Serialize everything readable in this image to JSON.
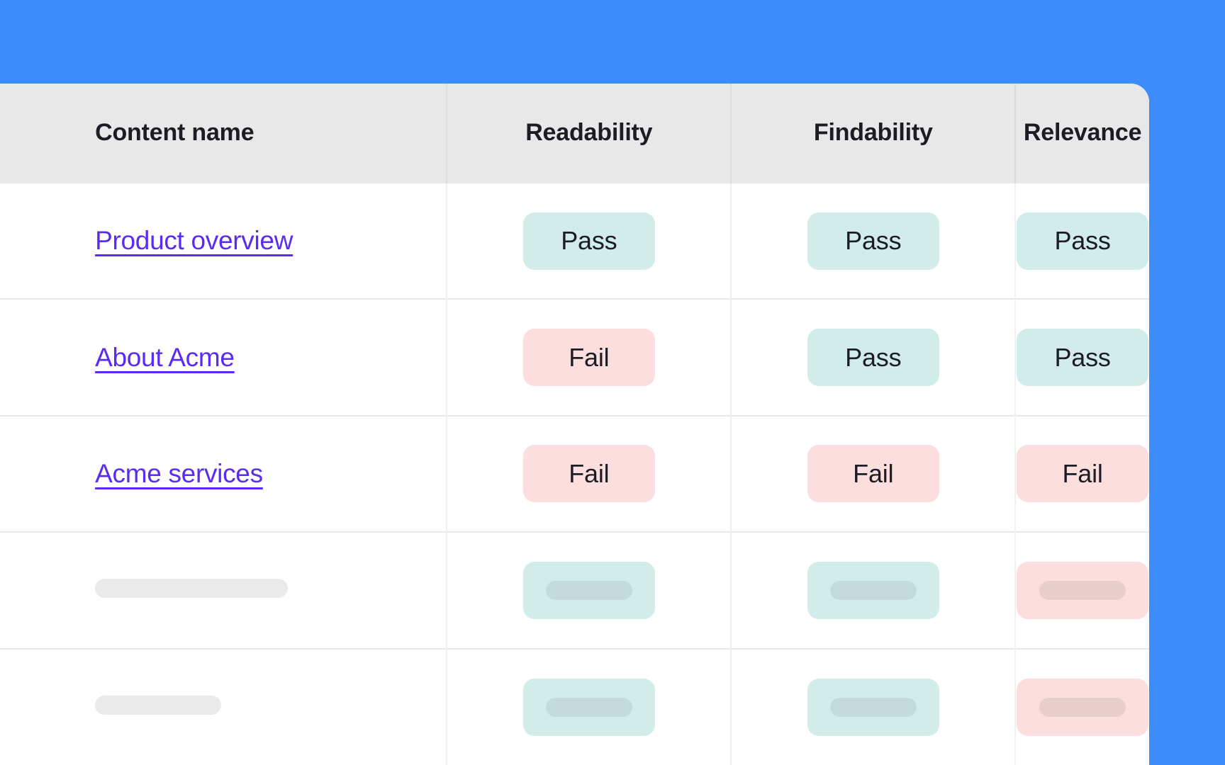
{
  "theme": {
    "backdrop_color": "#3C8DFB",
    "card_background": "#FFFFFF",
    "header_background": "#E8E8E9",
    "header_text_color": "#1C1C24",
    "link_color": "#5B2BF5",
    "pass_badge_color": "#D2EDE9",
    "fail_badge_color": "#FCDEDE",
    "row_divider_color": "#E8E8E9",
    "column_divider_color": "#EFEFF0",
    "skeleton_color": "#EAEAEB"
  },
  "table": {
    "columns": [
      {
        "key": "spacer",
        "label": ""
      },
      {
        "key": "content_name",
        "label": "Content name"
      },
      {
        "key": "readability",
        "label": "Readability"
      },
      {
        "key": "findability",
        "label": "Findability"
      },
      {
        "key": "relevance",
        "label": "Relevance"
      }
    ],
    "rows": [
      {
        "type": "data",
        "content_name": "Product overview",
        "readability": "Pass",
        "findability": "Pass",
        "relevance": "Pass"
      },
      {
        "type": "data",
        "content_name": "About Acme",
        "readability": "Fail",
        "findability": "Pass",
        "relevance": "Pass"
      },
      {
        "type": "data",
        "content_name": "Acme services",
        "readability": "Fail",
        "findability": "Fail",
        "relevance": "Fail"
      },
      {
        "type": "skeleton",
        "content_name": "",
        "readability": "",
        "findability": "",
        "relevance": ""
      },
      {
        "type": "skeleton",
        "content_name": "",
        "readability": "",
        "findability": "",
        "relevance": ""
      }
    ]
  }
}
